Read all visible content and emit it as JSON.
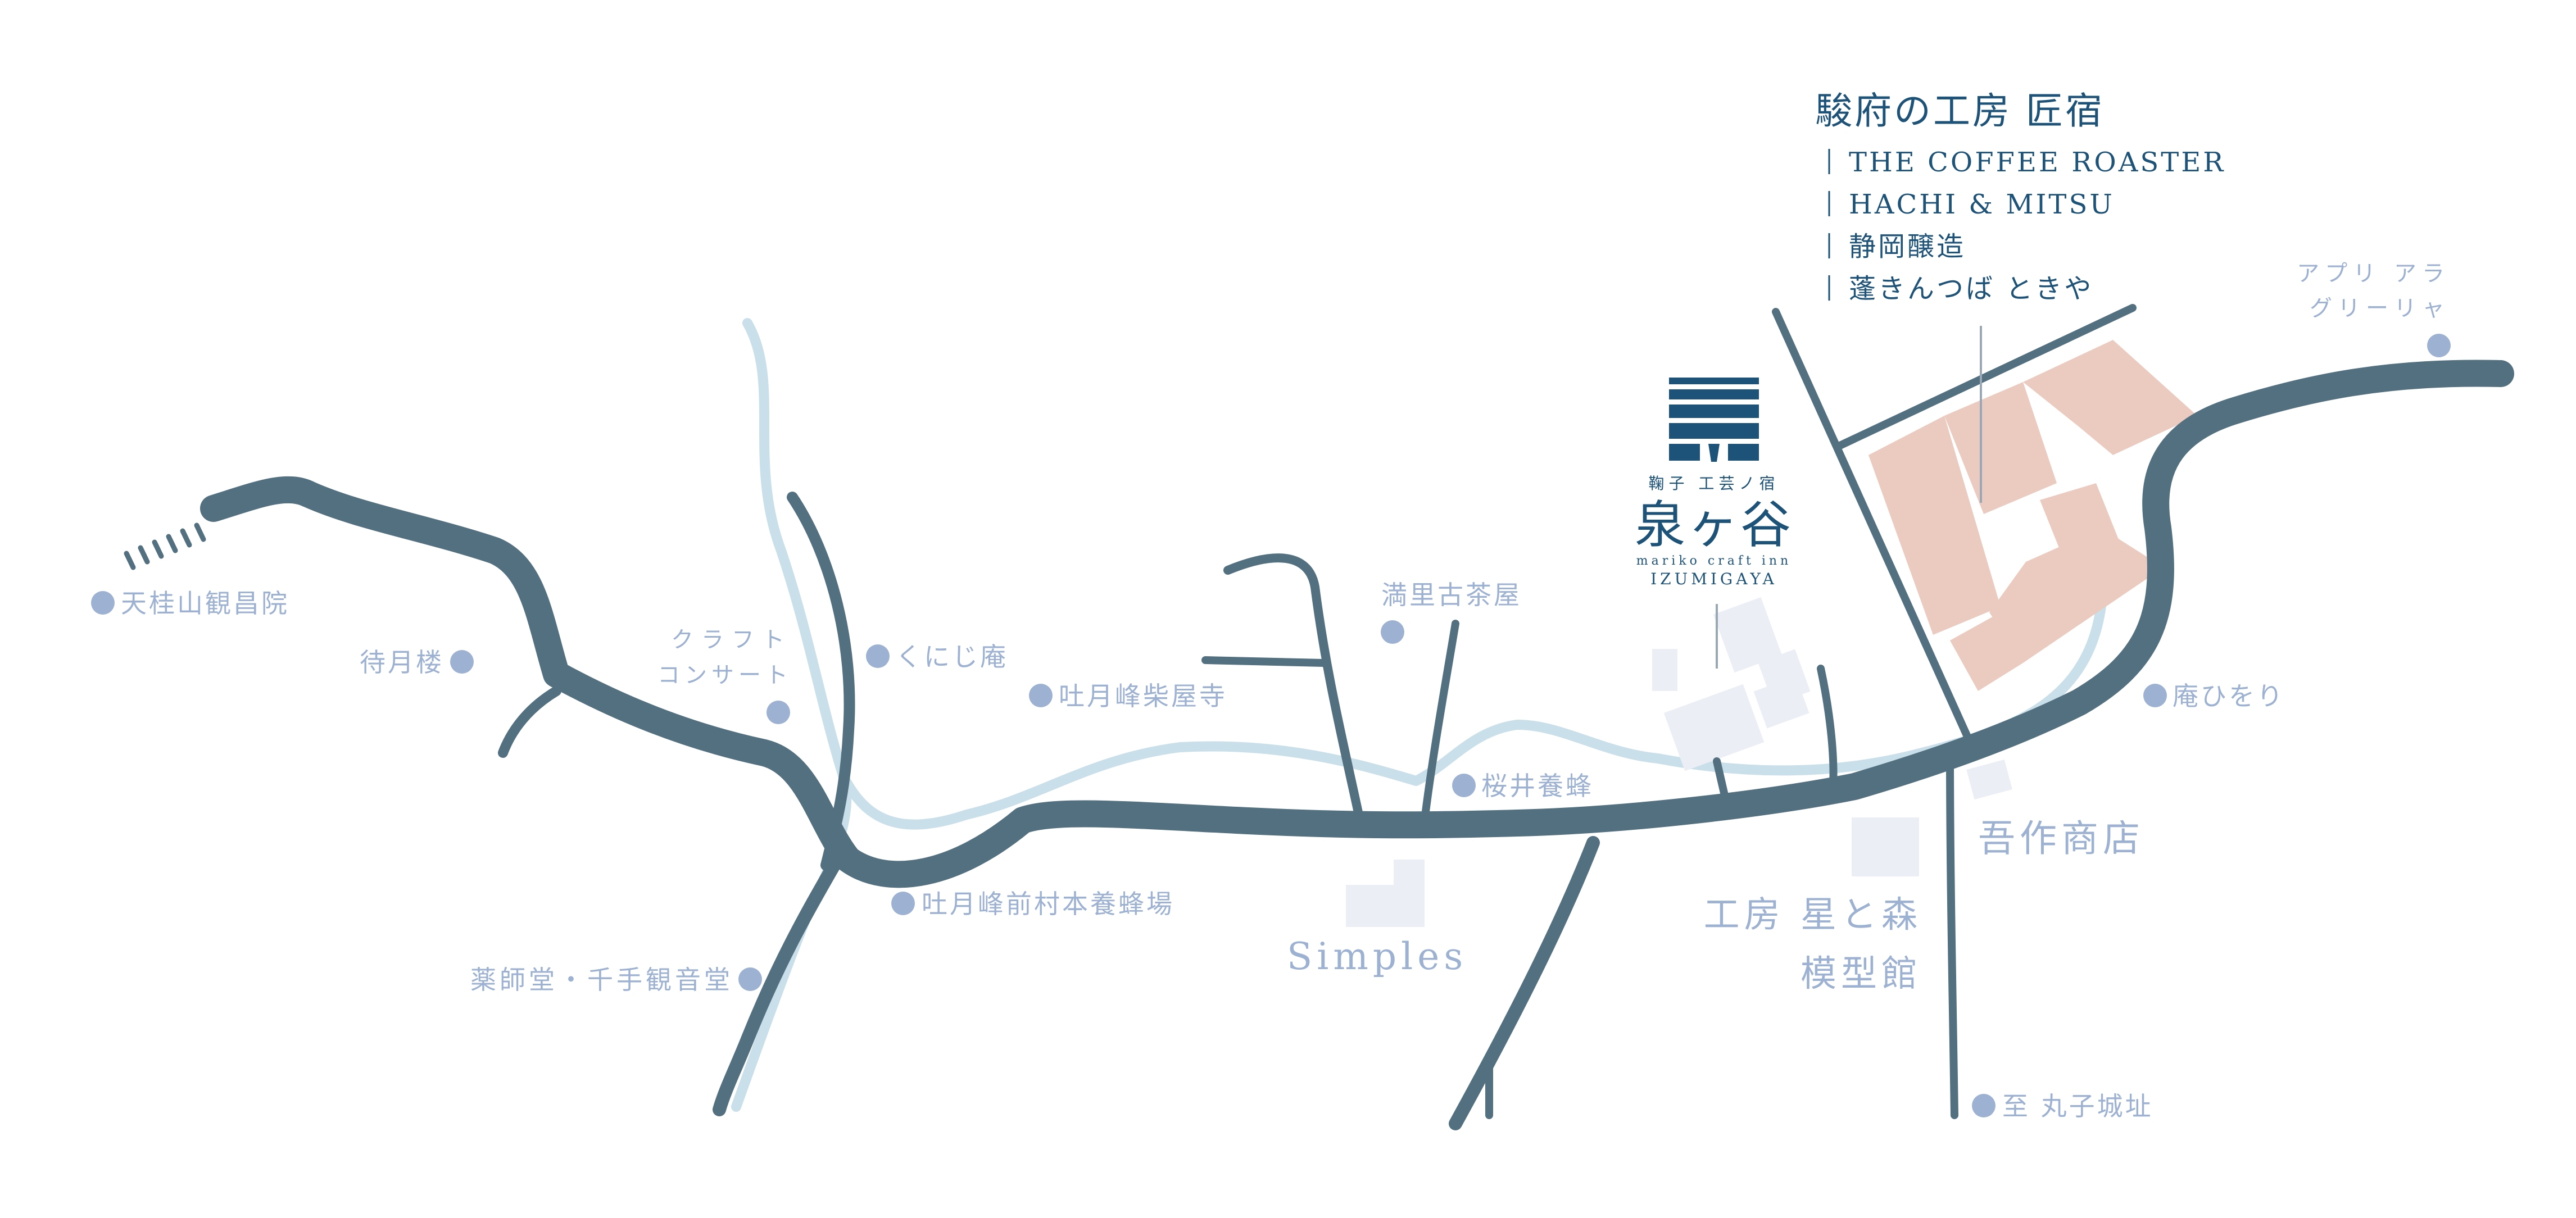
{
  "labels": {
    "tenkeizan": "天桂山観昌院",
    "taigetsuro": "待月楼",
    "craft_concert_1": "クラフト",
    "craft_concert_2": "コンサート",
    "kunijian": "くにじ庵",
    "togeppo_saiyaji": "吐月峰柴屋寺",
    "mansato": "満里古茶屋",
    "sakurai": "桜井養蜂",
    "togeppo_maemura": "吐月峰前村本養蜂場",
    "yakushido": "薬師堂・千手観音堂",
    "simples": "Simples",
    "hoshitomori_1": "工房 星と森",
    "hoshitomori_2": "模型館",
    "gosaku": "吾作商店",
    "anhiwori": "庵ひをり",
    "apuri_1": "アプリ アラ",
    "apuri_2": "グリーリャ",
    "mariko_castle": "至 丸子城址"
  },
  "takumi": {
    "title": "駿府の工房 匠宿",
    "items": [
      "THE COFFEE ROASTER",
      "HACHI & MITSU",
      "静岡醸造",
      "蓬きんつば ときや"
    ]
  },
  "izumigaya": {
    "subtitle": "鞠子 工芸ノ宿",
    "name": "泉ヶ谷",
    "romaji": "mariko craft inn",
    "latin": "IZUMIGAYA"
  },
  "colors": {
    "road": "#537080",
    "river": "#c9dfe9",
    "label": "#9db2d2",
    "brand": "#1e5379",
    "facility": "#ebcbbf",
    "building": "#ebeff5"
  }
}
